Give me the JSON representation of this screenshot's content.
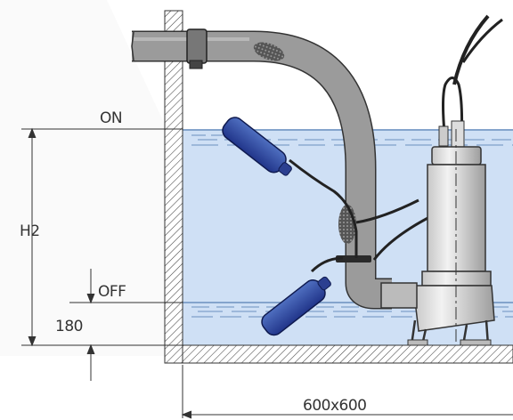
{
  "labels": {
    "on": "ON",
    "off": "OFF",
    "h2": "H2",
    "depth": "180",
    "basin": "600x600"
  }
}
